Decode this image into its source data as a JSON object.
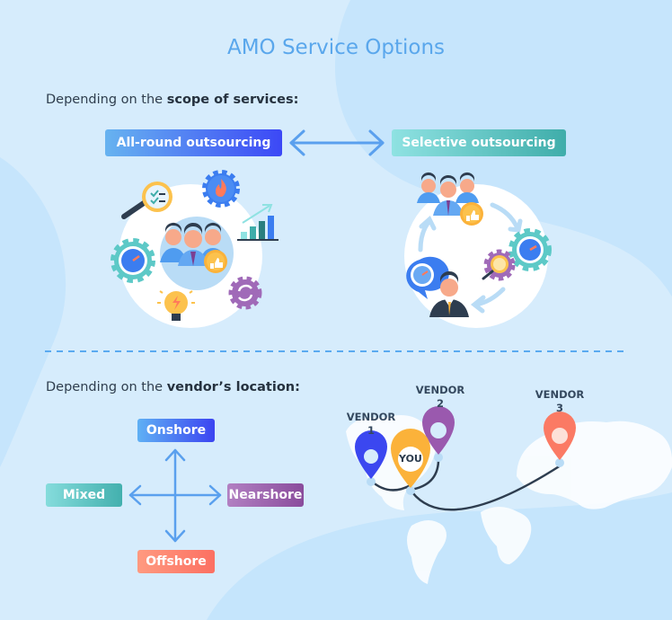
{
  "title": "AMO Service Options",
  "scope_section": {
    "prefix": "Depending on the ",
    "emphasis": "scope of services:",
    "options": [
      {
        "label": "All-round outsourcing",
        "color_from": "#67b3f0",
        "color_to": "#3c48f6"
      },
      {
        "label": "Selective outsourcing",
        "color_from": "#8fe2e2",
        "color_to": "#3fadaa"
      }
    ],
    "connector_icon": "double-arrow-icon",
    "illustrations": {
      "all_round": [
        "team-icon",
        "thumbs-up-badge-icon",
        "magnifier-checklist-icon",
        "gear-flame-icon",
        "growth-chart-icon",
        "gear-speedometer-icon",
        "lightbulb-icon",
        "gear-refresh-icon"
      ],
      "selective": [
        "team-icon",
        "thumbs-up-badge-icon",
        "gear-speedometer-icon",
        "gear-magnifier-icon",
        "speech-bubble-speedometer-icon",
        "manager-icon",
        "cycle-arrows-icon"
      ]
    }
  },
  "location_section": {
    "prefix": "Depending on the ",
    "emphasis": "vendor’s location:",
    "options": {
      "top": {
        "label": "Onshore",
        "color_from": "#5fb0f4",
        "color_to": "#3b44f1"
      },
      "left": {
        "label": "Mixed",
        "color_from": "#85dcdc",
        "color_to": "#43b0ae"
      },
      "right": {
        "label": "Nearshore",
        "color_from": "#b280c2",
        "color_to": "#8a4c9c"
      },
      "bottom": {
        "label": "Offshore",
        "color_from": "#ff9a80",
        "color_to": "#fc7062"
      }
    },
    "map": {
      "you_label": "YOU",
      "vendors": [
        {
          "line1": "VENDOR",
          "line2": "1",
          "color": "#3b47f0"
        },
        {
          "line1": "VENDOR",
          "line2": "2",
          "color": "#9a59ae"
        },
        {
          "line1": "VENDOR",
          "line2": "3",
          "color": "#fb7a64"
        }
      ],
      "you_color": "#fbb23a"
    }
  },
  "colors": {
    "background": "#d6ecfc",
    "title": "#5aa7ec",
    "arrow": "#5aa0ee",
    "divider": "#5aaaf0"
  }
}
